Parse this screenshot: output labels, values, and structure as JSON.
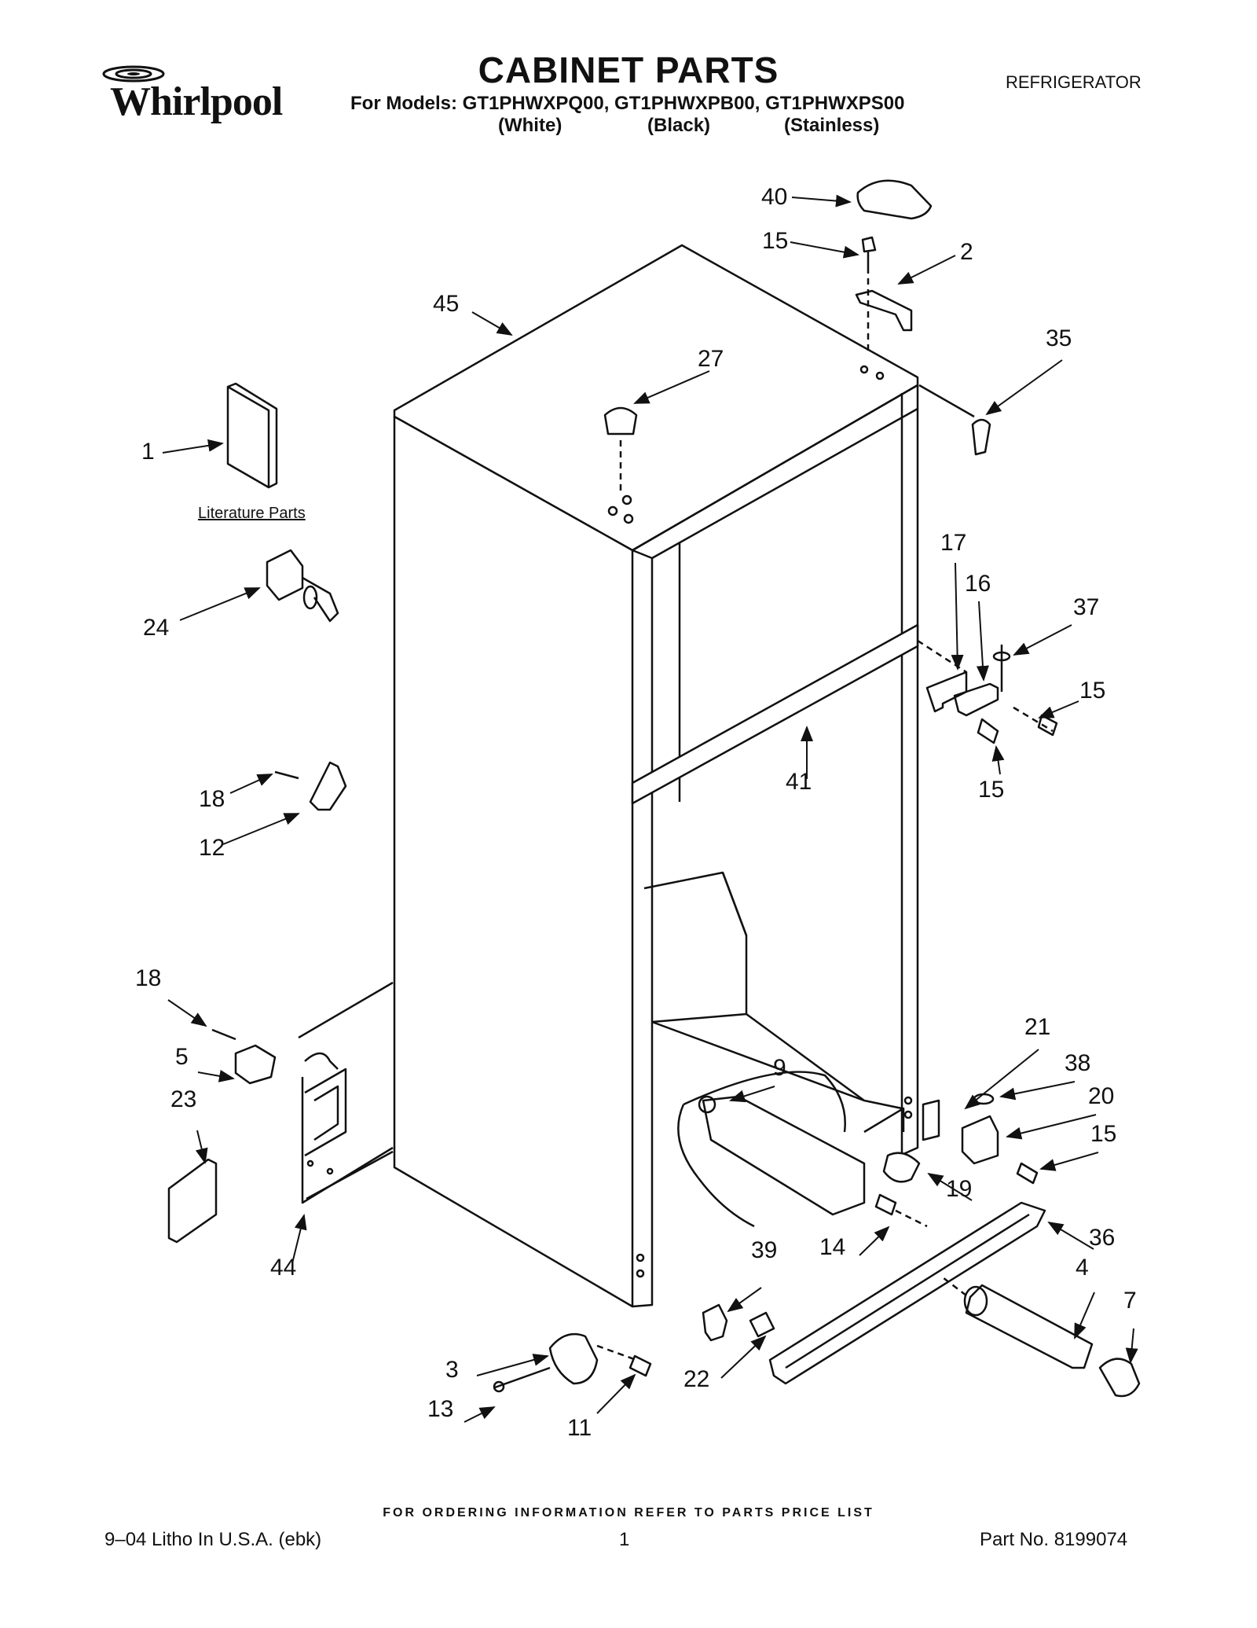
{
  "header": {
    "brand": "Whirlpool",
    "title": "CABINET PARTS",
    "subtitle": "For Models: GT1PHWXPQ00, GT1PHWXPB00, GT1PHWXPS00",
    "variants": [
      "(White)",
      "(Black)",
      "(Stainless)"
    ],
    "category": "REFRIGERATOR"
  },
  "literature_label": "Literature Parts",
  "callouts": [
    {
      "id": "c40",
      "label": "40"
    },
    {
      "id": "c15a",
      "label": "15"
    },
    {
      "id": "c2",
      "label": "2"
    },
    {
      "id": "c45",
      "label": "45"
    },
    {
      "id": "c27",
      "label": "27"
    },
    {
      "id": "c35",
      "label": "35"
    },
    {
      "id": "c1",
      "label": "1"
    },
    {
      "id": "c24",
      "label": "24"
    },
    {
      "id": "c17",
      "label": "17"
    },
    {
      "id": "c16",
      "label": "16"
    },
    {
      "id": "c37",
      "label": "37"
    },
    {
      "id": "c15b",
      "label": "15"
    },
    {
      "id": "c15c",
      "label": "15"
    },
    {
      "id": "c41",
      "label": "41"
    },
    {
      "id": "c18a",
      "label": "18"
    },
    {
      "id": "c12",
      "label": "12"
    },
    {
      "id": "c18b",
      "label": "18"
    },
    {
      "id": "c5",
      "label": "5"
    },
    {
      "id": "c23",
      "label": "23"
    },
    {
      "id": "c44",
      "label": "44"
    },
    {
      "id": "c21",
      "label": "21"
    },
    {
      "id": "c38",
      "label": "38"
    },
    {
      "id": "c9",
      "label": "9"
    },
    {
      "id": "c20",
      "label": "20"
    },
    {
      "id": "c15d",
      "label": "15"
    },
    {
      "id": "c19",
      "label": "19"
    },
    {
      "id": "c14",
      "label": "14"
    },
    {
      "id": "c36",
      "label": "36"
    },
    {
      "id": "c39",
      "label": "39"
    },
    {
      "id": "c4",
      "label": "4"
    },
    {
      "id": "c7",
      "label": "7"
    },
    {
      "id": "c22",
      "label": "22"
    },
    {
      "id": "c3",
      "label": "3"
    },
    {
      "id": "c13",
      "label": "13"
    },
    {
      "id": "c11",
      "label": "11"
    }
  ],
  "footer": {
    "note": "FOR ORDERING INFORMATION REFER TO PARTS PRICE LIST",
    "litho": "9–04 Litho In U.S.A. (ebk)",
    "page": "1",
    "part_no": "Part No. 8199074"
  }
}
